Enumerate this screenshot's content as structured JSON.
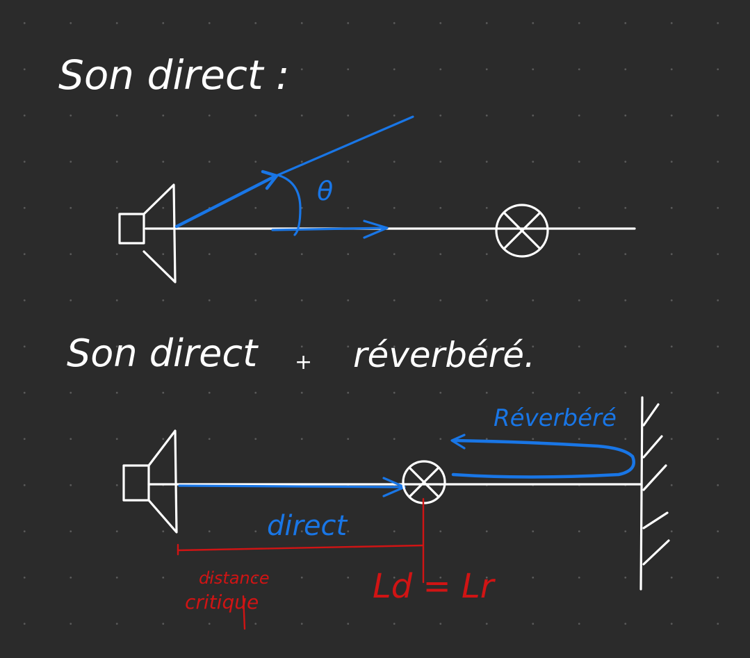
{
  "section_1": {
    "title": "Son direct :",
    "angle_label": "θ"
  },
  "section_2": {
    "title": "Son direct",
    "plus": "+",
    "title_suffix": "réverbéré.",
    "reverb_label": "Réverbéré",
    "direct_label": "direct",
    "critical_distance_label_line1": "distance",
    "critical_distance_label_line2": "critique",
    "equality_label": "Ld = Lr"
  },
  "colors": {
    "background": "#2b2b2b",
    "ink_white": "#ffffff",
    "ink_blue": "#1976e6",
    "ink_red": "#d01414"
  }
}
